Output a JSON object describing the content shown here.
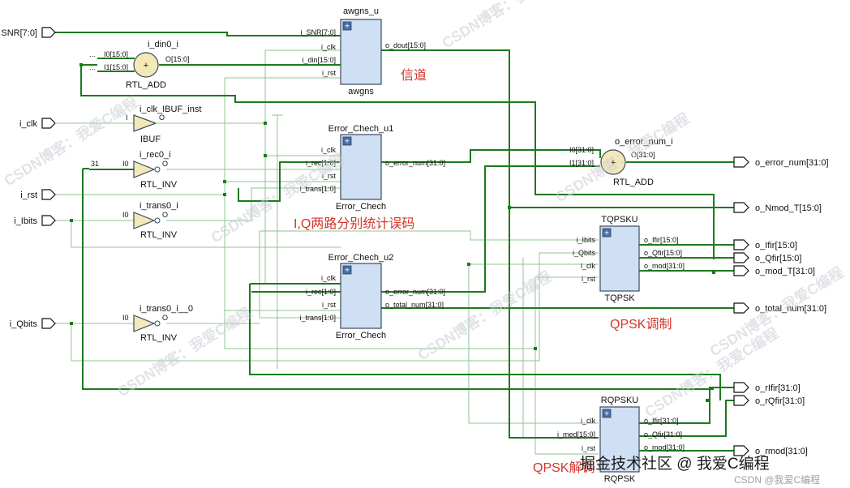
{
  "colors": {
    "wire_thick": "#1d7a1d",
    "wire_thin": "#8fc58f",
    "block_fill": "#cfe0f5",
    "block_stroke": "#3c4a5c",
    "annotation": "#d3352a",
    "watermark": "#9aa7b8"
  },
  "ports_in": {
    "snr": "SNR[7:0]",
    "clk": "i_clk",
    "rst": "i_rst",
    "ibits": "i_Ibits",
    "qbits": "i_Qbits"
  },
  "ports_out": {
    "error_num": "o_error_num[31:0]",
    "nmod_t": "o_Nmod_T[15:0]",
    "ifir": "o_Ifir[15:0]",
    "qfir": "o_Qfir[15:0]",
    "mod_t": "o_mod_T[31:0]",
    "total_num": "o_total_num[31:0]",
    "rifir": "o_rIfir[31:0]",
    "rqfir": "o_rQfir[31:0]",
    "rmod": "o_rmod[31:0]"
  },
  "blocks": {
    "awgns": {
      "instance": "awgns_u",
      "module": "awgns",
      "inputs": [
        "i_SNR[7:0]",
        "i_clk",
        "i_din[15:0]",
        "i_rst"
      ],
      "outputs": [
        "o_dout[15:0]"
      ]
    },
    "err1": {
      "instance": "Error_Chech_u1",
      "module": "Error_Chech",
      "inputs": [
        "i_clk",
        "i_rec[1:0]",
        "i_rst",
        "i_trans[1:0]"
      ],
      "outputs": [
        "o_error_num[31:0]"
      ]
    },
    "err2": {
      "instance": "Error_Chech_u2",
      "module": "Error_Chech",
      "inputs": [
        "i_clk",
        "i_rec[1:0]",
        "i_rst",
        "i_trans[1:0]"
      ],
      "outputs": [
        "o_error_num[31:0]",
        "o_total_num[31:0]"
      ]
    },
    "tqpsk": {
      "instance": "TQPSKU",
      "module": "TQPSK",
      "inputs": [
        "i_Ibits",
        "i_Qbits",
        "i_clk",
        "i_rst"
      ],
      "outputs": [
        "o_Ifir[15:0]",
        "o_Qfir[15:0]",
        "o_mod[31:0]"
      ]
    },
    "rqpsk": {
      "instance": "RQPSKU",
      "module": "RQPSK",
      "inputs": [
        "i_clk",
        "i_med[15:0]",
        "i_rst"
      ],
      "outputs": [
        "o_Ifir[31:0]",
        "o_Qfir[31:0]",
        "o_mod[31:0]"
      ]
    }
  },
  "prims": {
    "add1": {
      "instance": "i_din0_i",
      "module": "RTL_ADD",
      "in0": "I0[15:0]",
      "in1": "I1[15:0]",
      "out": "O[15:0]",
      "dots0": "...",
      "dots1": "..."
    },
    "add2": {
      "instance": "o_error_num_i",
      "module": "RTL_ADD",
      "in0": "I0[31:0]",
      "in1": "I1[31:0]",
      "out": "O[31:0]"
    },
    "ibuf": {
      "instance": "i_clk_IBUF_inst",
      "module": "IBUF",
      "in": "I",
      "out": "O"
    },
    "inv1": {
      "instance": "i_rec0_i",
      "module": "RTL_INV",
      "in": "I0",
      "out": "O",
      "const": "31"
    },
    "inv2": {
      "instance": "i_trans0_i",
      "module": "RTL_INV",
      "in": "I0",
      "out": "O"
    },
    "inv3": {
      "instance": "i_trans0_i__0",
      "module": "RTL_INV",
      "in": "I0",
      "out": "O"
    }
  },
  "annotations": {
    "channel": "信道",
    "iq_error": "I,Q两路分别统计误码",
    "qpsk_mod": "QPSK调制",
    "qpsk_demod": "QPSK解调"
  },
  "watermarks": {
    "csdn": "CSDN博客：我爱C编程",
    "juejin": "掘金技术社区 @ 我爱C编程",
    "csdn_small": "CSDN @我爱C编程"
  }
}
